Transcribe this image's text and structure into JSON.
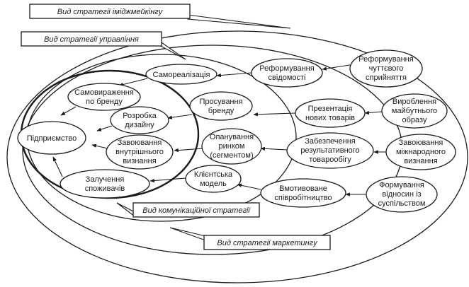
{
  "captions": {
    "imagemaking": "Вид стратегії іміджмейкінгу",
    "management": "Вид стратегії управління",
    "communication": "Вид комунікаційної стратегії",
    "marketing": "Вид стратегії маркетингу"
  },
  "nodes": {
    "enterprise": [
      "Підприємство"
    ],
    "self_expression": [
      "Самовираження",
      "по бренду"
    ],
    "design": [
      "Розробка",
      "дизайну"
    ],
    "internal": [
      "Завоювання",
      "внутрішнього",
      "визнання"
    ],
    "attract": [
      "Залучення",
      "споживачів"
    ],
    "self_realization": [
      "Самореалізація"
    ],
    "promotion": [
      "Просування",
      "бренду"
    ],
    "market": [
      "Опанування",
      "ринком",
      "(сегментом)"
    ],
    "client_model": [
      "Клієнтська",
      "модель"
    ],
    "consciousness": [
      "Реформування",
      "свідомості"
    ],
    "new_goods": [
      "Презентація",
      "нових товарів"
    ],
    "turnover": [
      "Забезпечення",
      "результативного",
      "товарообігу"
    ],
    "motivated": [
      "Вмотивоване",
      "співробітництво"
    ],
    "sensory": [
      "Реформування",
      "чуттєвого",
      "сприйняття"
    ],
    "future_image": [
      "Вироблення",
      "майбутнього",
      "образу"
    ],
    "international": [
      "Завоювання",
      "міжнародного",
      "визнання"
    ],
    "society": [
      "Формування",
      "відносин із",
      "суспільством"
    ]
  }
}
